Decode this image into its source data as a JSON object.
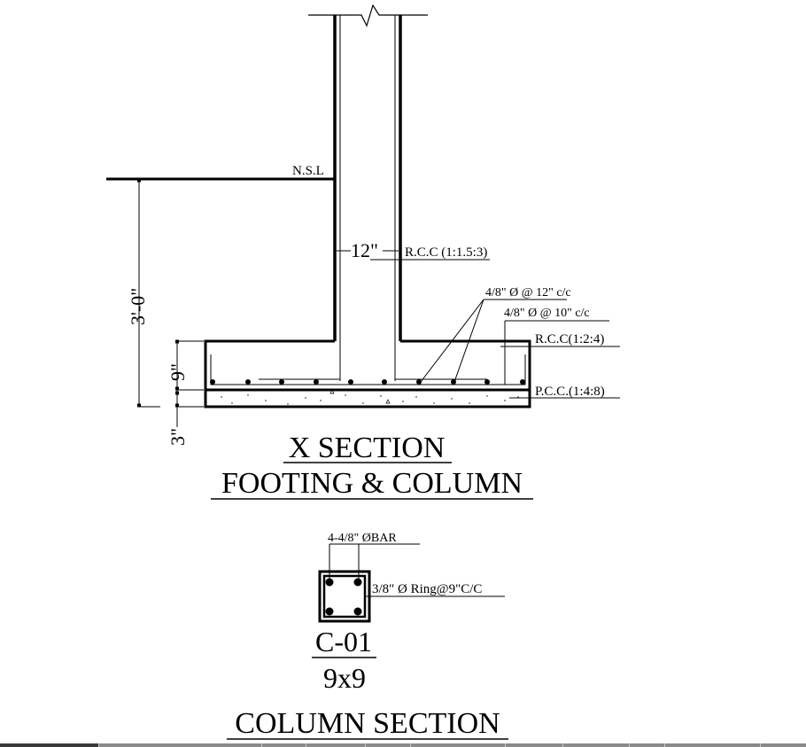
{
  "drawing": {
    "labels": {
      "nsl": "N.S.L",
      "column_width": "12\"",
      "column_rcc": "R.C.C (1:1.5:3)",
      "bar_top": "4/8\" Ø @ 12\" c/c",
      "bar_bottom": "4/8\" Ø @ 10\" c/c",
      "footing_rcc": "R.C.C(1:2:4)",
      "pcc": "P.C.C.(1:4:8)",
      "depth_total": "3'-0\"",
      "depth_footing": "9\"",
      "depth_pcc": "3\""
    },
    "titles": {
      "x_section_line1": "X SECTION",
      "x_section_line2": "FOOTING & COLUMN",
      "column_id": "C-01",
      "column_size": "9x9",
      "column_section": "COLUMN SECTION"
    },
    "column_section": {
      "main_bars": "4-4/8\" ØBAR",
      "ring": "3/8\" Ø Ring@9\"C/C"
    }
  },
  "colors": {
    "line": "#000000",
    "background": "#ffffff",
    "status_bar": "#8a8a8a"
  }
}
